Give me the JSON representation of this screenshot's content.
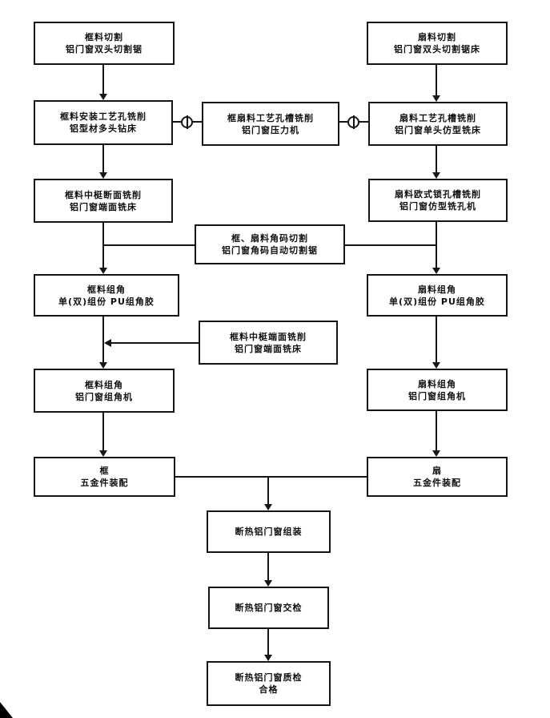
{
  "boxes": {
    "frame_cut": {
      "line1": "框料切割",
      "line2": "铝门窗双头切割锯"
    },
    "sash_cut": {
      "line1": "扇料切割",
      "line2": "铝门窗双头切割锯床"
    },
    "frame_hole_mill": {
      "line1": "框料安装工艺孔铣削",
      "line2": "铝型材多头钻床"
    },
    "frame_sash_hole_mill": {
      "line1": "框扇料工艺孔槽铣削",
      "line2": "铝门窗压力机"
    },
    "sash_hole_mill": {
      "line1": "扇料工艺孔槽铣削",
      "line2": "铝门窗单头仿型铣床"
    },
    "frame_mullion_section_mill": {
      "line1": "框料中梃断面铣削",
      "line2": "铝门窗端面铣床"
    },
    "sash_euro_groove_mill": {
      "line1": "扇料欧式锁孔槽铣削",
      "line2": "铝门窗仿型铣孔机"
    },
    "corner_key_cut": {
      "line1": "框、扇料角码切割",
      "line2": "铝门窗角码自动切割锯"
    },
    "frame_corner_glue": {
      "line1": "框料组角",
      "line2": "单(双)组份 PU组角胶"
    },
    "sash_corner_glue": {
      "line1": "扇料组角",
      "line2": "单(双)组份 PU组角胶"
    },
    "frame_mullion_end_mill": {
      "line1": "框料中梃端面铣削",
      "line2": "铝门窗端面铣床"
    },
    "frame_corner_crimp": {
      "line1": "框料组角",
      "line2": "铝门窗组角机"
    },
    "sash_corner_crimp": {
      "line1": "扇料组角",
      "line2": "铝门窗组角机"
    },
    "frame_hardware": {
      "line1": "框",
      "line2": "五金件装配"
    },
    "sash_hardware": {
      "line1": "扇",
      "line2": "五金件装配"
    },
    "assembly": {
      "line1": "断热铝门窗组装"
    },
    "handover_inspection": {
      "line1": "断热铝门窗交检"
    },
    "quality_inspection": {
      "line1": "断热铝门窗质检",
      "line2": "合格"
    }
  },
  "colors": {
    "line": "#161616",
    "box_border": "#161616",
    "background": "#ffffff",
    "text": "#101010"
  }
}
